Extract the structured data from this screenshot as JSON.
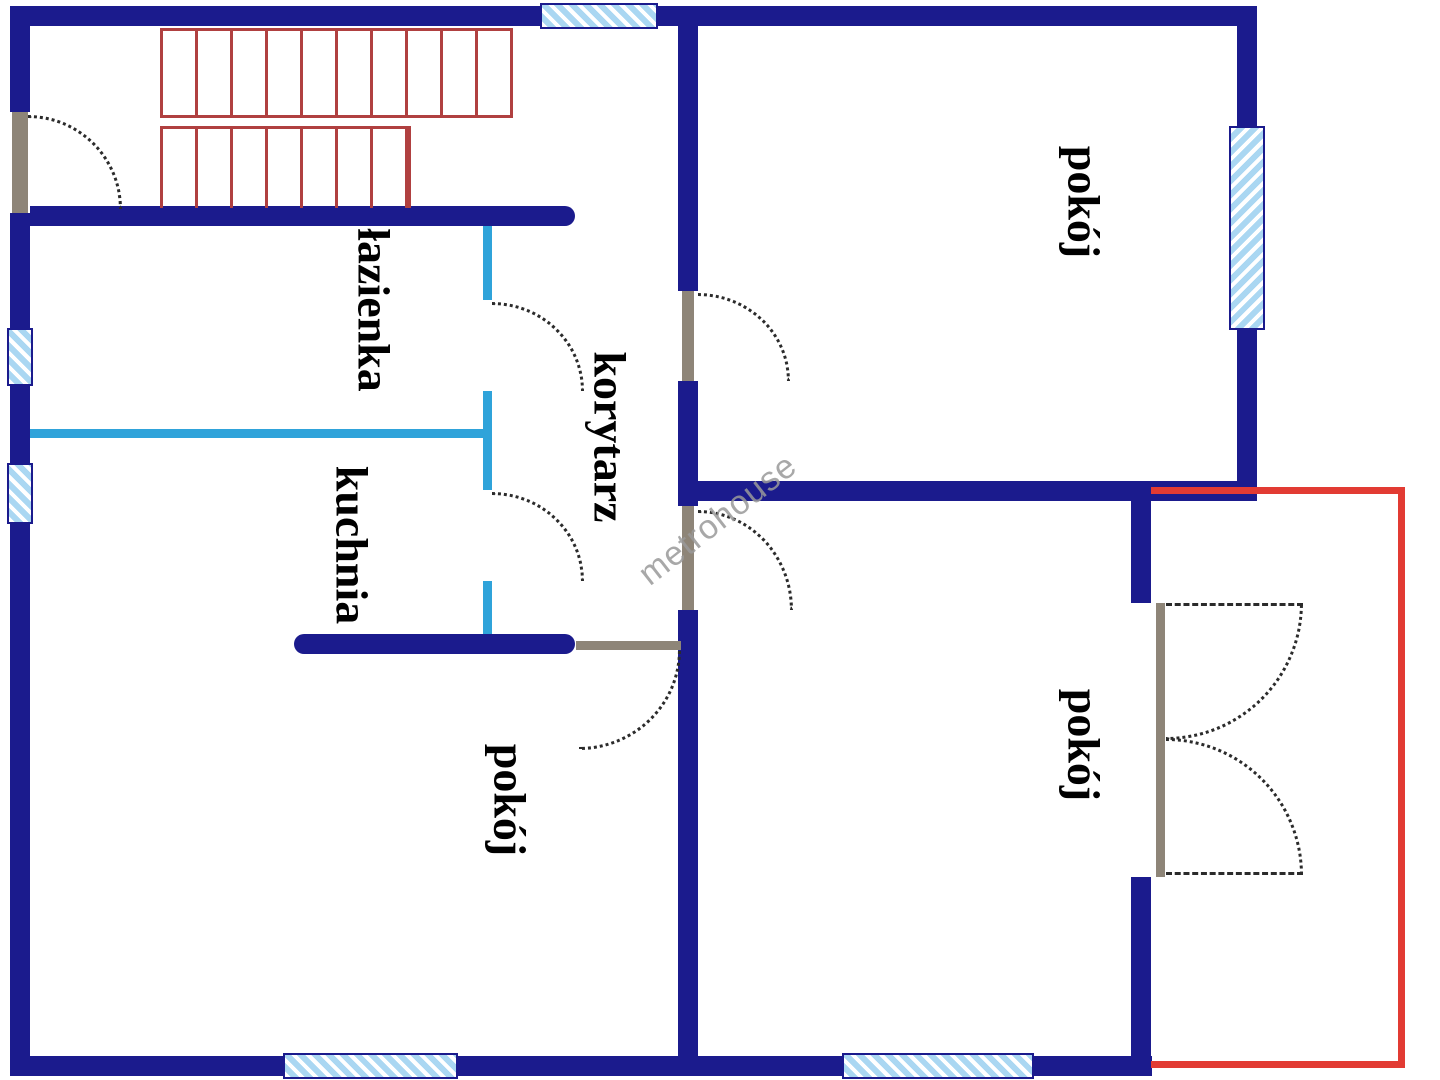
{
  "plan": {
    "watermark": "metrohouse",
    "labels": {
      "bathroom": "łazienka",
      "kitchen": "kuchnia",
      "corridor": "korytarz",
      "room_top_right": "pokój",
      "room_bottom_left": "pokój",
      "room_bottom_right": "pokój"
    },
    "colors": {
      "wall": "#1b1b8d",
      "partition": "#2fa3da",
      "stairs": "#b04040",
      "balcony": "#e23b33",
      "window": "#aad7f2",
      "door_leaf": "#8e8578",
      "arc": "#2b2b2b",
      "watermark": "#9a9a9a"
    }
  }
}
